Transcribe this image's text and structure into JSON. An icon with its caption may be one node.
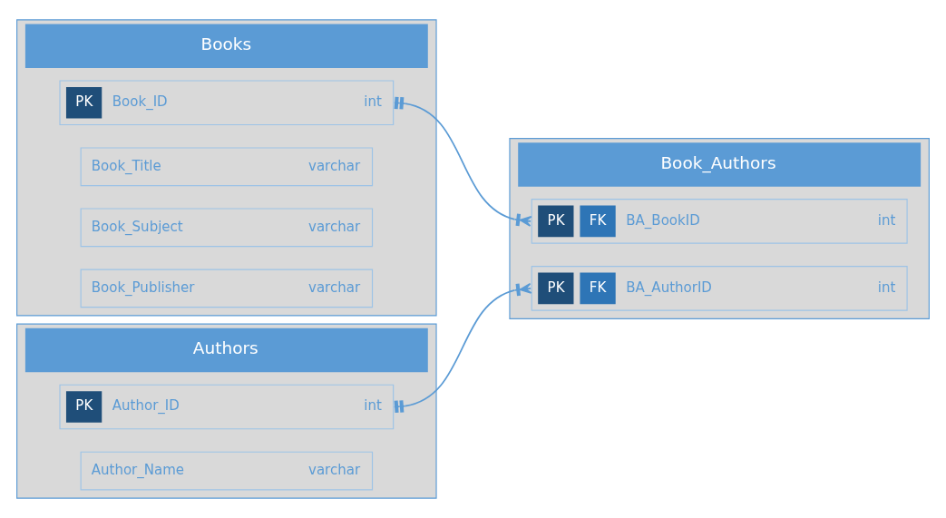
{
  "diagram": {
    "nodes": [
      {
        "text": [
          "Books"
        ]
      },
      {
        "text": [
          "PK",
          "Book_ID",
          "int"
        ],
        "in": 0
      },
      {
        "text": [
          "Book_Title",
          "varchar"
        ],
        "in": 0
      },
      {
        "text": [
          "Book_Subject",
          "varchar"
        ],
        "in": 0
      },
      {
        "text": [
          "Book_Publisher",
          "varchar"
        ],
        "in": 0
      },
      {
        "text": [
          "Book_Authors"
        ]
      },
      {
        "text": [
          "PK",
          "FK",
          "BA_BookID",
          "int"
        ],
        "in": 5
      },
      {
        "text": [
          "PK",
          "FK",
          "BA_AuthorID",
          "int"
        ],
        "in": 5
      },
      {
        "text": [
          "Authors"
        ]
      },
      {
        "text": [
          "PK",
          "Author_ID",
          "int"
        ],
        "in": 8
      },
      {
        "text": [
          "Author_Name",
          "varchar"
        ],
        "in": 8
      }
    ],
    "edges": [
      {
        "from": 1,
        "to": 6,
        "arrow": "other"
      },
      {
        "from": 9,
        "to": 7,
        "arrow": "other"
      }
    ]
  }
}
